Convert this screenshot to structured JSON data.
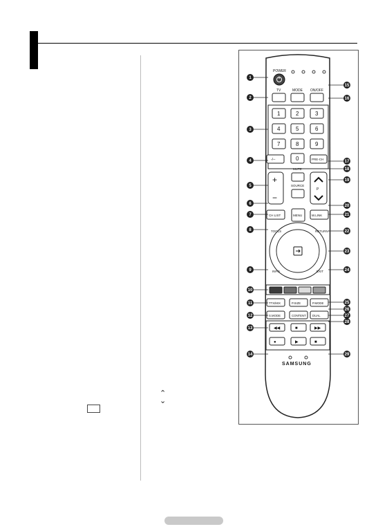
{
  "page": {
    "section_header": "",
    "up_glyph": "⌃",
    "down_glyph": "⌄"
  },
  "remote": {
    "power_label": "POWER",
    "tv_label": "TV",
    "mode_label": "MODE",
    "onoff_label": "ON/OFF",
    "digits": [
      "1",
      "2",
      "3",
      "4",
      "5",
      "6",
      "7",
      "8",
      "9"
    ],
    "zero": "0",
    "dash_label": "-/--",
    "prech_label": "PRE-CH",
    "mute_label": "MUTE",
    "source_label": "SOURCE",
    "vol_plus": "+",
    "vol_minus": "−",
    "p_label": "P",
    "menu_label": "MENU",
    "chlist_label": "CH LIST",
    "wiselink_label": "W.LINK",
    "tools_label": "TOOLS",
    "return_label": "RETURN",
    "info_label": "INFO",
    "exit_label": "EXIT",
    "color_buttons": [
      "#3b3b3b",
      "#6e6e6e",
      "#dcdcdc",
      "#9a9a9a"
    ],
    "row1": [
      "TTX/MIX",
      "P.SIZE",
      "P.MODE"
    ],
    "row2": [
      "S.MODE",
      "CONTENT",
      "DUAL"
    ],
    "media_row1": [
      "◀◀",
      "■",
      "▶▶"
    ],
    "media_row2": [
      "●",
      "▶",
      "■"
    ],
    "brand": "SAMSUNG",
    "callouts": [
      "1",
      "2",
      "3",
      "4",
      "5",
      "6",
      "7",
      "8",
      "9",
      "10",
      "11",
      "12",
      "13",
      "14",
      "15",
      "16",
      "17",
      "18",
      "19",
      "20",
      "21",
      "22",
      "23",
      "24",
      "25",
      "26",
      "27",
      "28",
      "29"
    ]
  }
}
